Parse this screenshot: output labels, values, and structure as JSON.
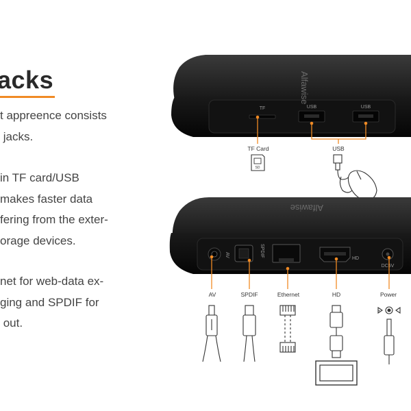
{
  "heading": "acks",
  "paragraphs": {
    "p1": "t appreence consists\n jacks.",
    "p2": "in TF card/USB\nmakes faster data\nfering from the exter-\norage devices.",
    "p3": "net for web-data ex-\nging and SPDIF for\n out."
  },
  "device": {
    "brand": "Alfawise"
  },
  "top_ports": {
    "tf_port_text": "TF",
    "usb_port_text_1": "USB",
    "usb_port_text_2": "USB",
    "tf_label": "TF Card",
    "usb_label": "USB"
  },
  "bottom_ports": {
    "av_port_text": "AV",
    "spdif_port_text": "SPDIF",
    "hd_port_text": "HD",
    "power_port_text": "DC5V",
    "av_label": "AV",
    "spdif_label": "SPDIF",
    "ethernet_label": "Ethernet",
    "hd_label": "HD",
    "power_label": "Power"
  },
  "colors": {
    "accent": "#f08a24",
    "device_body": "#1c1c1c",
    "device_edge": "#0a0a0a"
  }
}
